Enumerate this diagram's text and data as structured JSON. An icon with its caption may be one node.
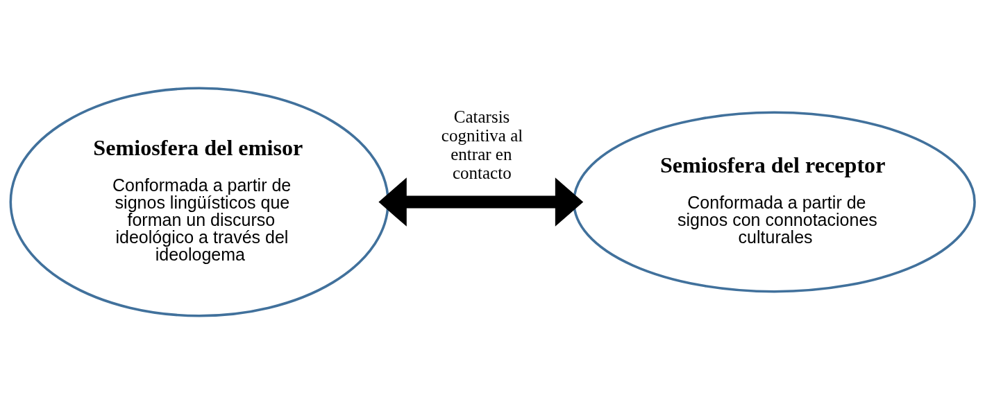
{
  "diagram": {
    "nodes": [
      {
        "text": [
          "Semiosfera del emisor",
          "Conformada a partir de signos lingüísticos que forman un discurso ideológico a través del ideologema"
        ]
      },
      {
        "text": [
          "Semiosfera del receptor",
          "Conformada a partir de signos con connotaciones culturales"
        ]
      }
    ],
    "edges": [
      {
        "from": 0,
        "to": 1,
        "arrow": "both",
        "label": "Catarsis cognitiva al entrar en contacto"
      }
    ]
  }
}
